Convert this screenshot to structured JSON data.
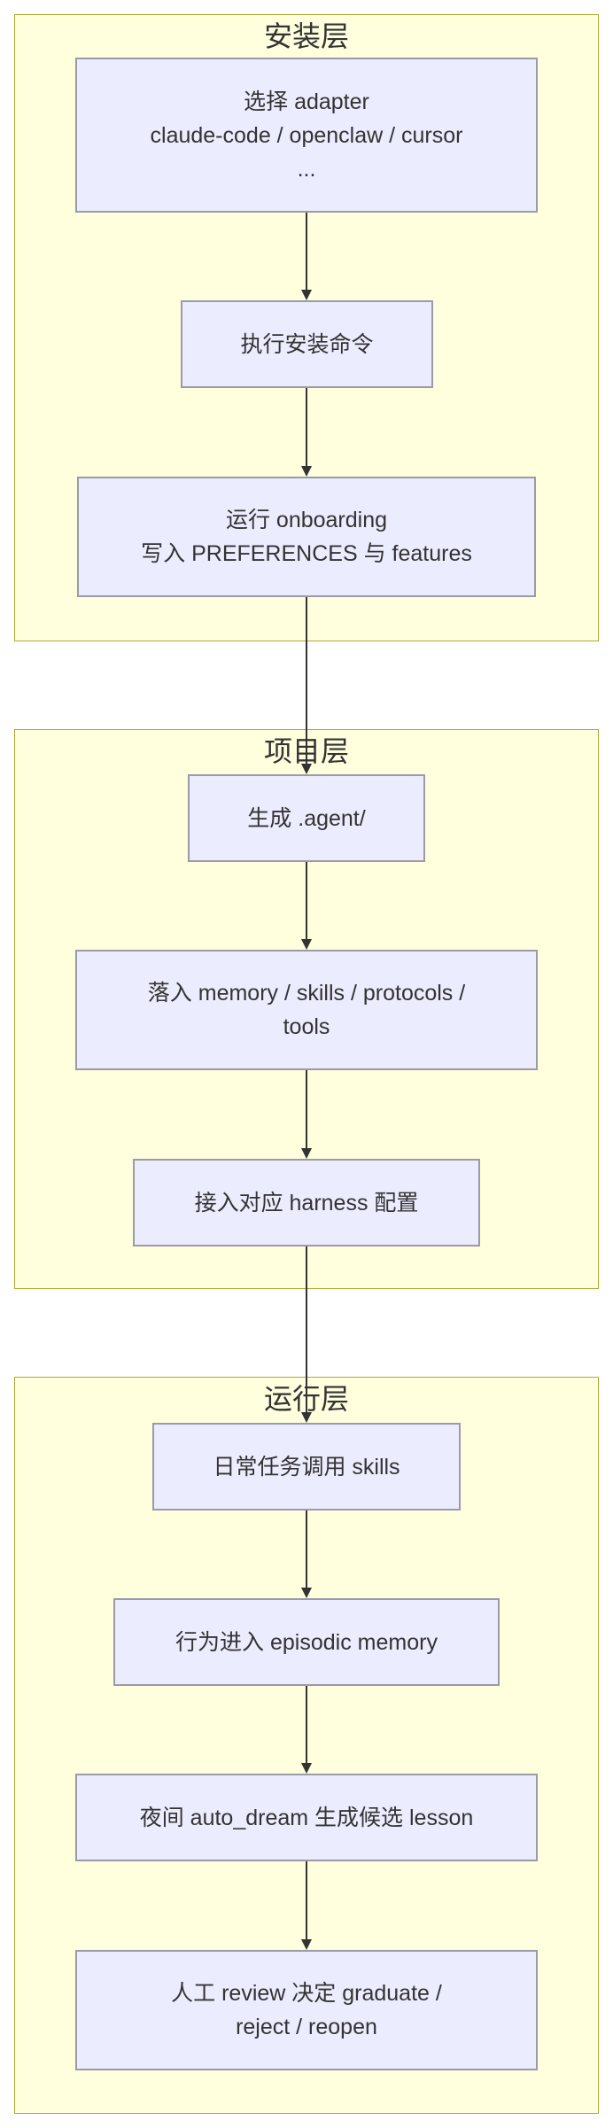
{
  "groups": {
    "install": {
      "title": "安装层"
    },
    "project": {
      "title": "项目层"
    },
    "runtime": {
      "title": "运行层"
    }
  },
  "nodes": {
    "choose_adapter": {
      "line1": "选择 adapter",
      "line2": "claude-code / openclaw / cursor",
      "line3": "..."
    },
    "run_install": {
      "line1": "执行安装命令"
    },
    "run_onboarding": {
      "line1": "运行 onboarding",
      "line2": "写入 PREFERENCES 与 features"
    },
    "gen_agent": {
      "line1": "生成 .agent/"
    },
    "land_files": {
      "line1": "落入 memory / skills / protocols /",
      "line2": "tools"
    },
    "connect_harness": {
      "line1": "接入对应 harness 配置"
    },
    "daily_skills": {
      "line1": "日常任务调用 skills"
    },
    "episodic": {
      "line1": "行为进入 episodic memory"
    },
    "auto_dream": {
      "line1": "夜间 auto_dream 生成候选 lesson"
    },
    "human_review": {
      "line1": "人工 review 决定 graduate /",
      "line2": "reject / reopen"
    }
  },
  "colors": {
    "group_fill": "#ffffde",
    "group_border": "#aaaa33",
    "node_fill": "#ececff",
    "node_border": "#9a9aa8",
    "edge": "#333333"
  }
}
